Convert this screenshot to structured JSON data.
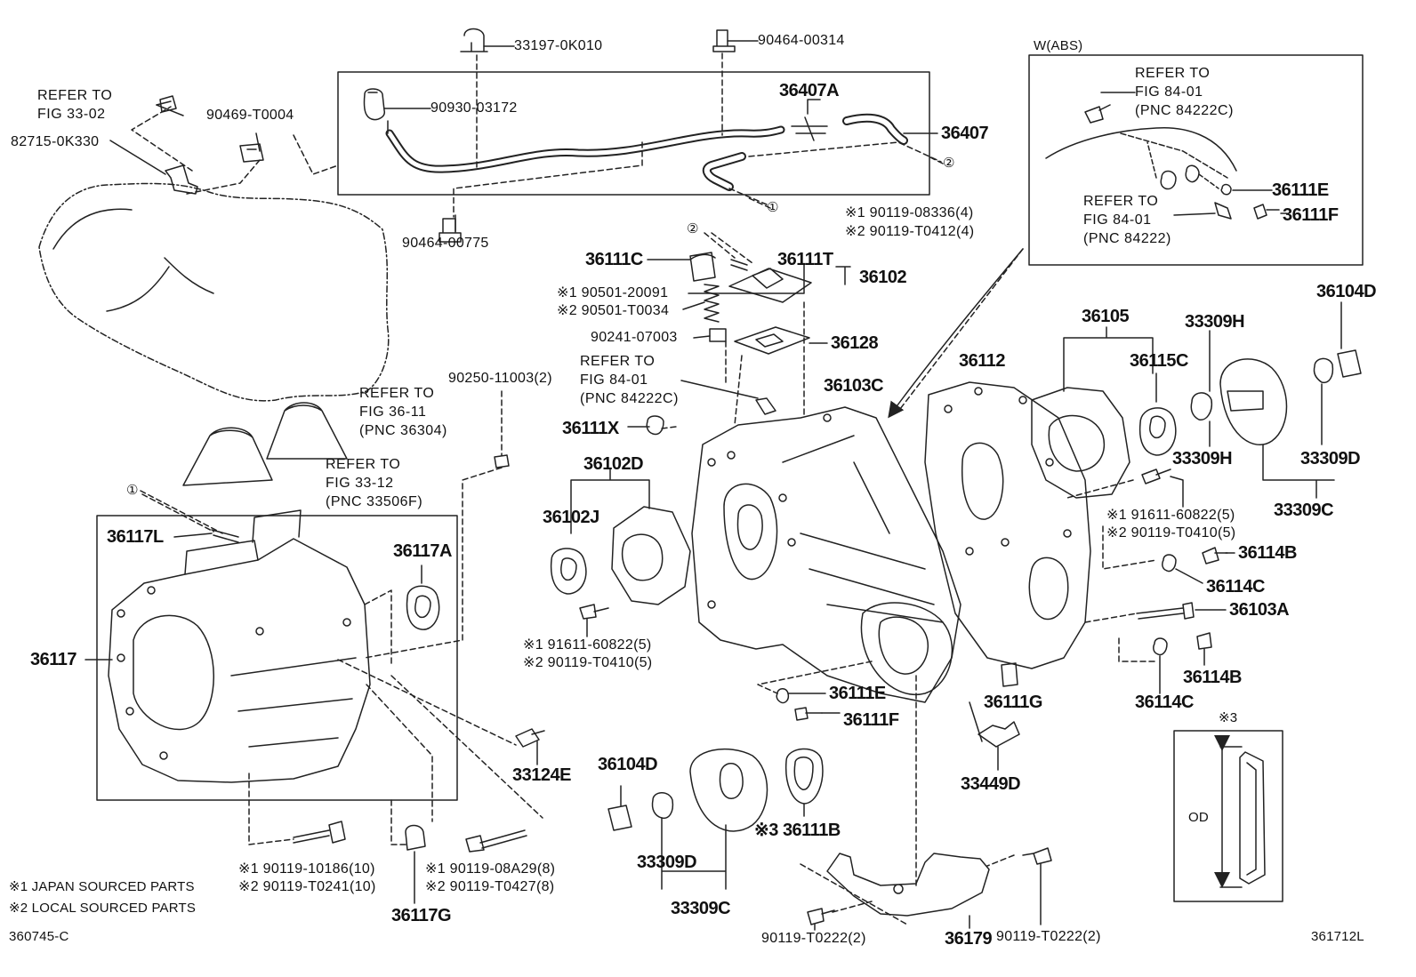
{
  "diagram": {
    "code_left": "360745-C",
    "code_right": "361712L"
  },
  "insets": {
    "abs_title": "W(ABS)",
    "od_mark": "※3",
    "od_label": "OD"
  },
  "legend": {
    "line1": "※1 JAPAN SOURCED PARTS",
    "line2": "※2 LOCAL SOURCED PARTS"
  },
  "circles": {
    "one": "①",
    "two": "②"
  },
  "refs": {
    "fig33_02": "REFER TO\nFIG 33-02",
    "fig36_11": "REFER TO\nFIG 36-11\n(PNC 36304)",
    "fig33_12": "REFER TO\nFIG 33-12\n(PNC 33506F)",
    "fig84_01_a": "REFER TO\nFIG 84-01\n(PNC 84222C)",
    "abs_fig84_01_c": "REFER TO\nFIG 84-01\n(PNC 84222C)",
    "abs_fig84_01": "REFER TO\nFIG 84-01\n(PNC 84222)"
  },
  "parts": {
    "p33197": "33197-0K010",
    "p90464a": "90464-00314",
    "p90930": "90930-03172",
    "p36407a": "36407A",
    "p36407": "36407",
    "p90469": "90469-T0004",
    "p82715": "82715-0K330",
    "p90464b": "90464-00775",
    "p90119_08336": "※1 90119-08336(4)",
    "p90119_t0412": "※2 90119-T0412(4)",
    "p36111c": "36111C",
    "p36111t": "36111T",
    "p36102": "36102",
    "p90501_20091": "※1 90501-20091",
    "p90501_t0034": "※2 90501-T0034",
    "p90241": "90241-07003",
    "p36128": "36128",
    "p90250": "90250-11003(2)",
    "p36103c": "36103C",
    "p36112": "36112",
    "p36105": "36105",
    "p33309h_top": "33309H",
    "p36104d_r": "36104D",
    "p36115c": "36115C",
    "p33309h_bot": "33309H",
    "p33309d_r": "33309D",
    "p33309c_r": "33309C",
    "p36111x": "36111X",
    "p36102d": "36102D",
    "p36102j": "36102J",
    "p91611_a": "※1 91611-60822(5)",
    "p90119_t0410_a": "※2 90119-T0410(5)",
    "p91611_b": "※1 91611-60822(5)",
    "p90119_t0410_b": "※2 90119-T0410(5)",
    "p36114b_top": "36114B",
    "p36114c_top": "36114C",
    "p36103a": "36103A",
    "p36114b_bot": "36114B",
    "p36114c_bot": "36114C",
    "p36111g": "36111G",
    "p33449d": "33449D",
    "p36111e": "36111E",
    "p36111f": "36111F",
    "p36111e_abs": "36111E",
    "p36111f_abs": "36111F",
    "p36117l": "36117L",
    "p36117a": "36117A",
    "p36117": "36117",
    "p33124e": "33124E",
    "p36104d_b": "36104D",
    "p33309d_b": "33309D",
    "p33309c_b": "33309C",
    "p36111b": "※3 36111B",
    "p90119_10186": "※1 90119-10186(10)",
    "p90119_t0241": "※2 90119-T0241(10)",
    "p36117g": "36117G",
    "p90119_08a29": "※1 90119-08A29(8)",
    "p90119_t0427": "※2 90119-T0427(8)",
    "p90119_t0222a": "90119-T0222(2)",
    "p36179": "36179",
    "p90119_t0222b": "90119-T0222(2)"
  }
}
